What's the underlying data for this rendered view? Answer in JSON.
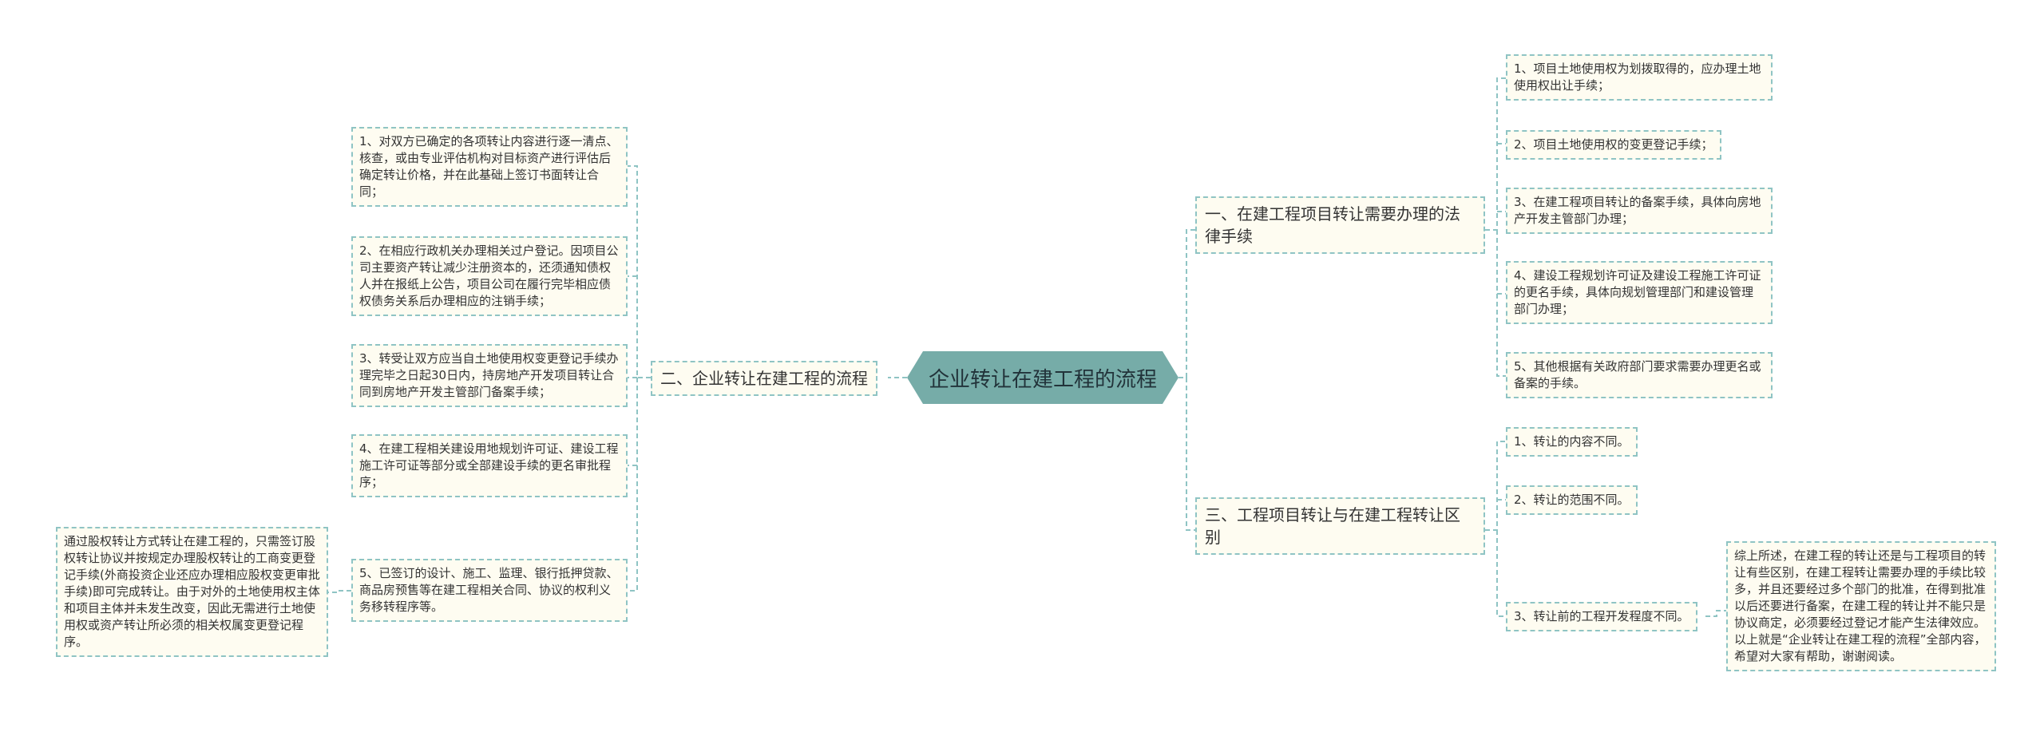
{
  "root": {
    "title": "企业转让在建工程的流程"
  },
  "right": [
    {
      "label": "一、在建工程项目转让需要办理的法律手续",
      "children": [
        "1、项目土地使用权为划拨取得的，应办理土地使用权出让手续；",
        "2、项目土地使用权的变更登记手续；",
        "3、在建工程项目转让的备案手续，具体向房地产开发主管部门办理；",
        "4、建设工程规划许可证及建设工程施工许可证的更名手续，具体向规划管理部门和建设管理部门办理；",
        "5、其他根据有关政府部门要求需要办理更名或备案的手续。"
      ]
    },
    {
      "label": "三、工程项目转让与在建工程转让区别",
      "children": [
        "1、转让的内容不同。",
        "2、转让的范围不同。",
        "3、转让前的工程开发程度不同。"
      ],
      "note": "综上所述，在建工程的转让还是与工程项目的转让有些区别，在建工程转让需要办理的手续比较多，并且还要经过多个部门的批准，在得到批准以后还要进行备案，在建工程的转让并不能只是协议商定，必须要经过登记才能产生法律效应。以上就是“企业转让在建工程的流程”全部内容，希望对大家有帮助，谢谢阅读。"
    }
  ],
  "left": [
    {
      "label": "二、企业转让在建工程的流程",
      "children": [
        "1、对双方已确定的各项转让内容进行逐一清点、核查，或由专业评估机构对目标资产进行评估后确定转让价格，并在此基础上签订书面转让合同；",
        "2、在相应行政机关办理相关过户登记。因项目公司主要资产转让减少注册资本的，还须通知债权人并在报纸上公告，项目公司在履行完毕相应债权债务关系后办理相应的注销手续；",
        "3、转受让双方应当自土地使用权变更登记手续办理完毕之日起30日内，持房地产开发项目转让合同到房地产开发主管部门备案手续；",
        "4、在建工程相关建设用地规划许可证、建设工程施工许可证等部分或全部建设手续的更名审批程序；",
        "5、已签订的设计、施工、监理、银行抵押贷款、商品房预售等在建工程相关合同、协议的权利义务移转程序等。"
      ],
      "note": "通过股权转让方式转让在建工程的，只需签订股权转让协议并按规定办理股权转让的工商变更登记手续(外商投资企业还应办理相应股权变更审批手续)即可完成转让。由于对外的土地使用权主体和项目主体并未发生改变，因此无需进行土地使用权或资产转让所必须的相关权属变更登记程序。"
    }
  ]
}
